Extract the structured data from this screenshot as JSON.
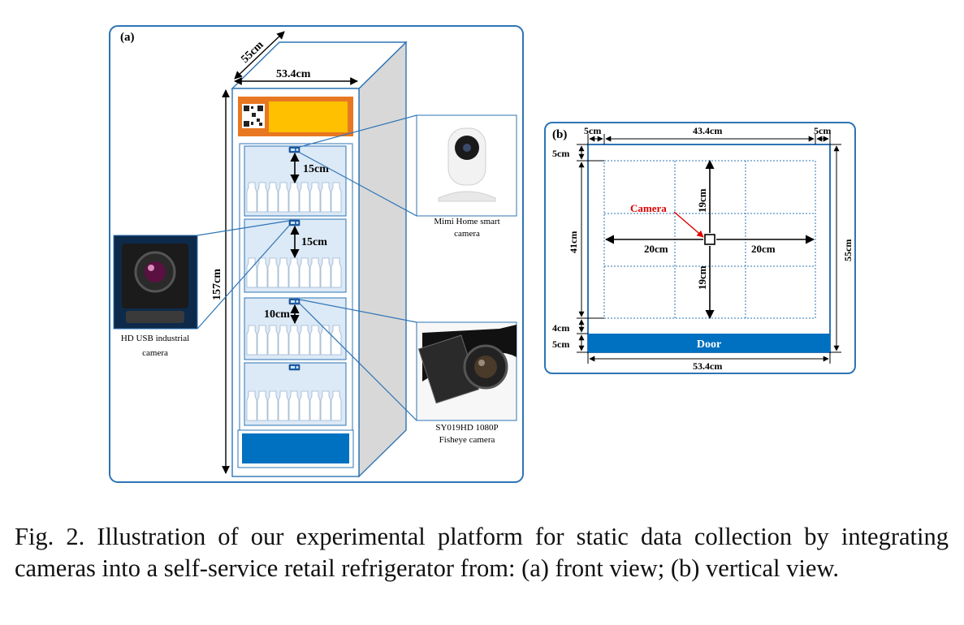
{
  "panel_a": {
    "label": "(a)",
    "dim_depth": "55cm",
    "dim_width": "53.4cm",
    "dim_height": "157cm",
    "gap_1": "15cm",
    "gap_2": "15cm",
    "gap_3": "10cm",
    "camera_left_label_1": "HD USB industrial",
    "camera_left_label_2": "camera",
    "camera_top_label_1": "Mimi Home smart",
    "camera_top_label_2": "camera",
    "camera_bottom_label_1": "SY019HD 1080P",
    "camera_bottom_label_2": "Fisheye camera"
  },
  "panel_b": {
    "label": "(b)",
    "margin_left": "5cm",
    "inner_width": "43.4cm",
    "margin_right": "5cm",
    "margin_top": "5cm",
    "inner_height": "41cm",
    "gap_above_door": "4cm",
    "door_depth": "5cm",
    "total_depth": "55cm",
    "total_width": "53.4cm",
    "camera_label": "Camera",
    "dist_up": "19cm",
    "dist_down": "19cm",
    "dist_left": "20cm",
    "dist_right": "20cm",
    "door_label": "Door"
  },
  "caption": {
    "text": "Fig. 2.  Illustration of our experimental platform for static data collection by integrating cameras into a self-service retail refrigerator from: (a) front view; (b) vertical view."
  },
  "colors": {
    "frame": "#2e74b5",
    "door_blue": "#0070c0",
    "shelf_fill": "#dce9f6",
    "orange": "#e87722",
    "yellow": "#ffc000",
    "red": "#e00000"
  }
}
